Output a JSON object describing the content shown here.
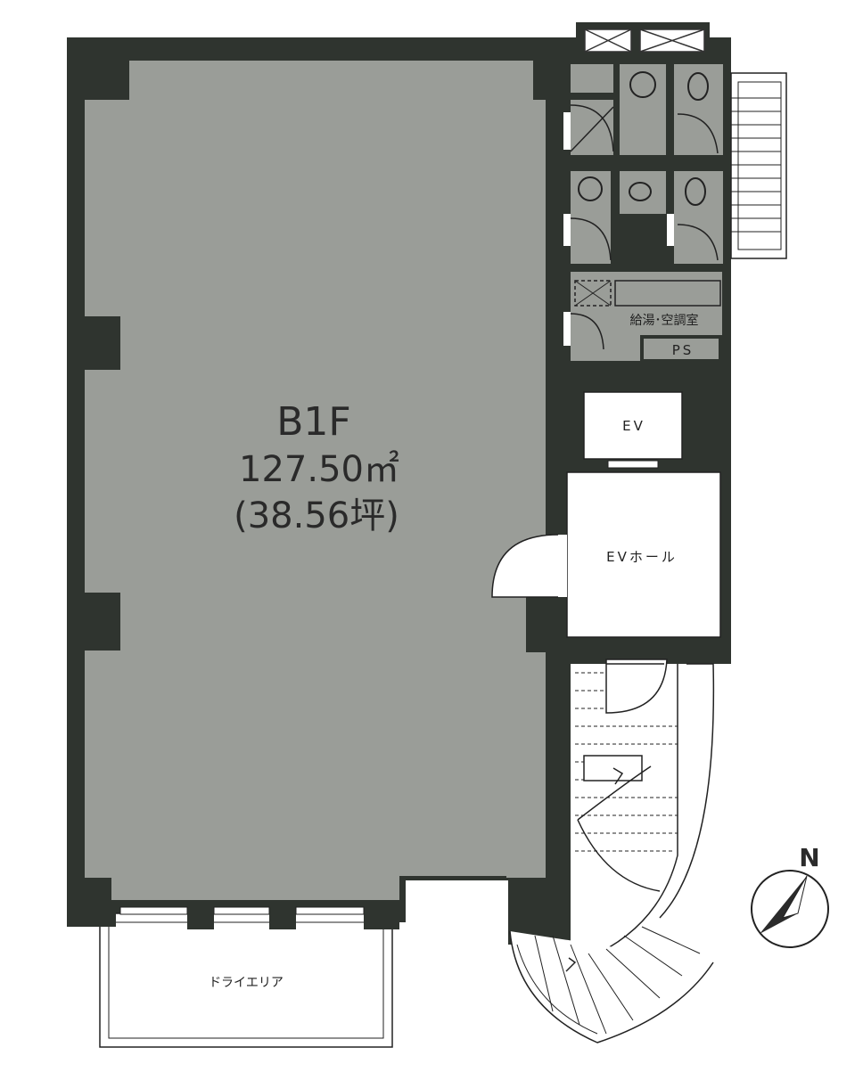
{
  "floor": {
    "name": "B1F",
    "area_sqm": "127.50㎡",
    "area_tsubo": "(38.56坪)"
  },
  "rooms": {
    "kitchen_ac": "給湯･空調室",
    "ps": "PS",
    "ev": "EV",
    "ev_hall": "EVホール",
    "dry_area": "ドライエリア"
  },
  "compass": {
    "north": "N"
  },
  "colors": {
    "wall": "#2f342f",
    "floor": "#9a9d98",
    "background": "#ffffff"
  }
}
